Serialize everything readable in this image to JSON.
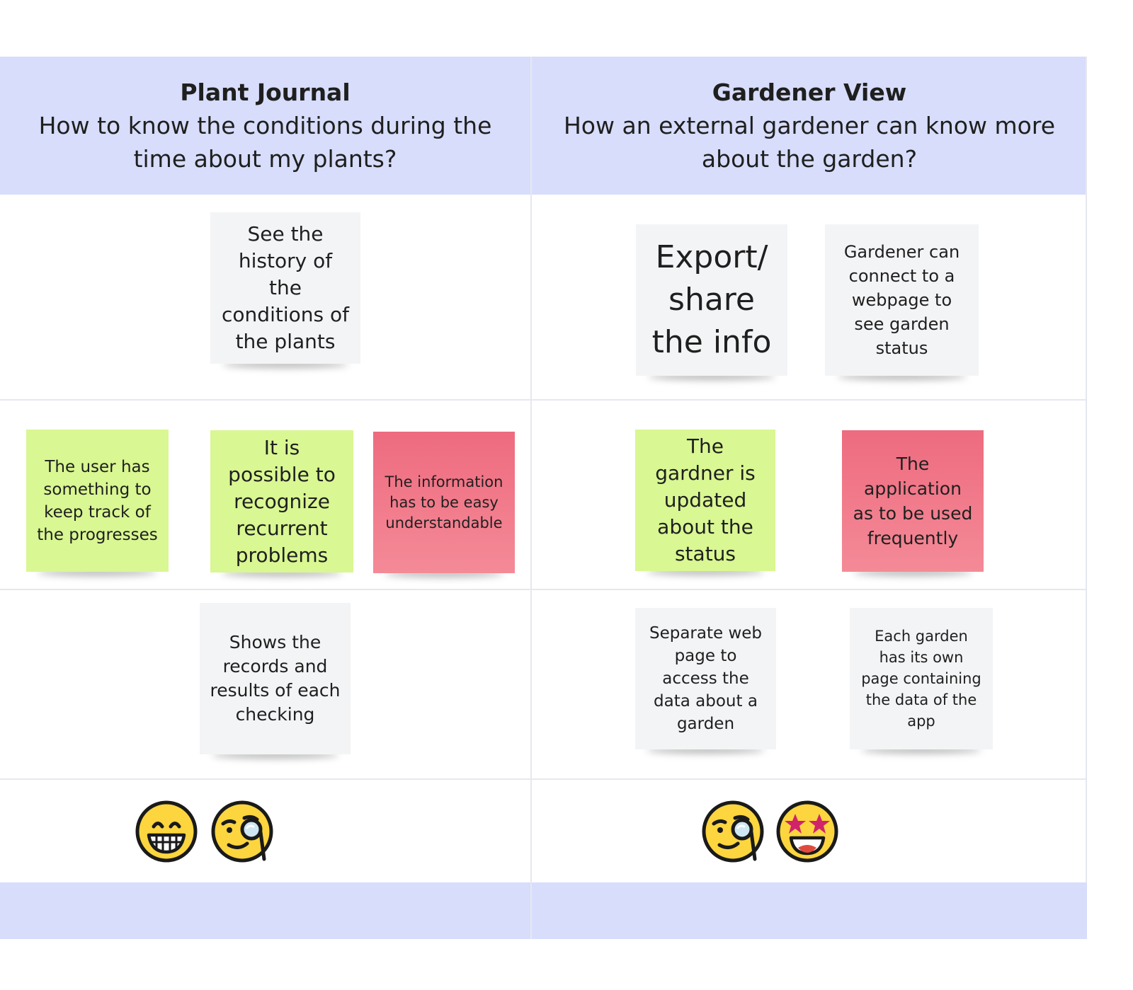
{
  "columns": [
    {
      "title": "Plant Journal",
      "question": "How to know the conditions during the time about my plants?"
    },
    {
      "title": "Gardener View",
      "question": "How an external gardener can know more about the garden?"
    }
  ],
  "notes": {
    "history": "See the history of the conditions of the plants",
    "export": "Export/ share the info",
    "gardener_connect": "Gardener can connect to a webpage to see garden status",
    "keep_track": "The user has something to keep track of the progresses",
    "recurrent": "It is possible to recognize recurrent problems",
    "easy": "The information has to be easy understandable",
    "gardner_updated": "The gardner is updated about the status",
    "frequently": "The application as to be used frequently",
    "records": "Shows the records and results of each checking",
    "separate_page": "Separate web page to access the data about a garden",
    "own_page": "Each garden has its own page containing the data of the app"
  },
  "note_colors": {
    "grey": "#f3f4f6",
    "green": "#d9f792",
    "pink": "#ef7385",
    "header": "#d7ddfa"
  },
  "reactions": {
    "plant_journal": [
      "grinning-face-icon",
      "face-with-monocle-icon"
    ],
    "gardener_view": [
      "face-with-monocle-icon",
      "star-struck-icon"
    ]
  }
}
